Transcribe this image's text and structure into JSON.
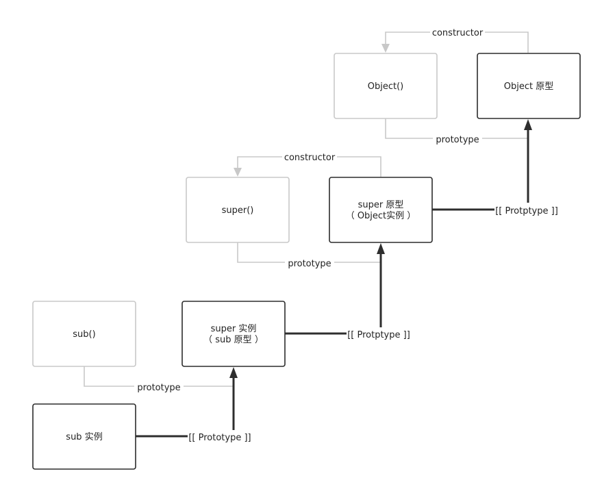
{
  "nodes": {
    "object_fn": {
      "label": "Object()"
    },
    "object_proto": {
      "label": "Object 原型"
    },
    "super_fn": {
      "label": "super()"
    },
    "super_proto": {
      "line1": "super 原型",
      "line2": "（ Object实例 ）"
    },
    "sub_fn": {
      "label": "sub()"
    },
    "super_instance": {
      "line1": "super 实例",
      "line2": "（ sub 原型 ）"
    },
    "sub_instance": {
      "label": "sub 实例"
    }
  },
  "edges": {
    "object_constructor": "constructor",
    "object_prototype": "prototype",
    "super_constructor": "constructor",
    "super_prototype": "prototype",
    "sub_prototype": "prototype",
    "super_proto_link": "[[ Protptype ]]",
    "super_instance_link": "[[ Protptype ]]",
    "sub_instance_link": "[[ Prototype ]]"
  },
  "colors": {
    "light": "#c8c8c8",
    "dark": "#2b2b2b"
  }
}
